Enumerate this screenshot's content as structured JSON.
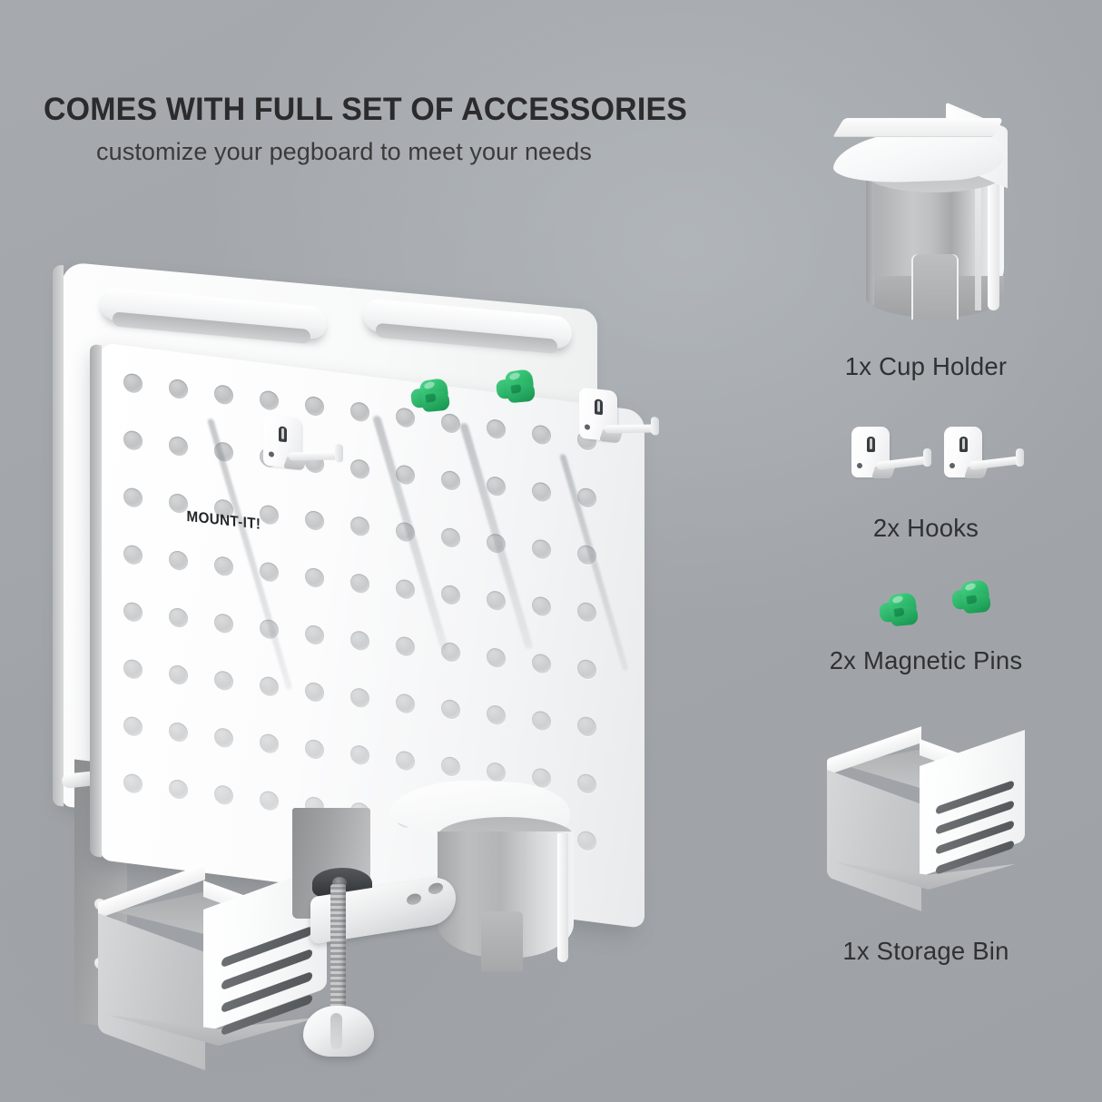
{
  "page": {
    "background_color": "#a2a6aa",
    "text_color": "#2b2b2d"
  },
  "header": {
    "title": "COMES WITH FULL SET OF ACCESSORIES",
    "subtitle": "customize your pegboard to meet your needs"
  },
  "product": {
    "brand_logo": "MOUNT-IT!",
    "components": {
      "pegboard": "pegboard-panel",
      "back_panel": "back-riser-panel",
      "clamp": "desk-c-clamp",
      "cup_holder": "mounted-cup-holder",
      "storage_bin": "mounted-storage-bin",
      "hook": "mounted-hook",
      "pins": "mounted-magnetic-pins"
    }
  },
  "accessories": [
    {
      "id": "cup-holder",
      "label": "1x Cup Holder",
      "quantity": 1,
      "name": "Cup Holder",
      "color": "#ffffff"
    },
    {
      "id": "hooks",
      "label": "2x Hooks",
      "quantity": 2,
      "name": "Hooks",
      "color": "#ffffff"
    },
    {
      "id": "magnetic-pins",
      "label": "2x Magnetic Pins",
      "quantity": 2,
      "name": "Magnetic Pins",
      "color": "#2fb96a"
    },
    {
      "id": "storage-bin",
      "label": "1x Storage Bin",
      "quantity": 1,
      "name": "Storage Bin",
      "color": "#ffffff"
    }
  ]
}
